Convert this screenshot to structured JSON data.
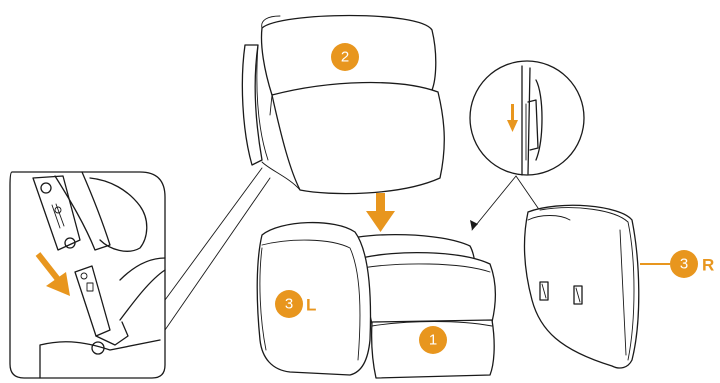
{
  "colors": {
    "accent": "#e8961e",
    "line": "#1a1a1a",
    "background": "#ffffff"
  },
  "labels": {
    "seat_step": "1",
    "back_step": "2",
    "left_arm_step": "3",
    "left_arm_side": "L",
    "right_arm_step": "3",
    "right_arm_side": "R"
  },
  "icons": {
    "down_arrow_main": "down-arrow-icon",
    "down_arrow_detail": "down-arrow-icon",
    "down_arrow_zoom": "down-arrow-icon"
  }
}
